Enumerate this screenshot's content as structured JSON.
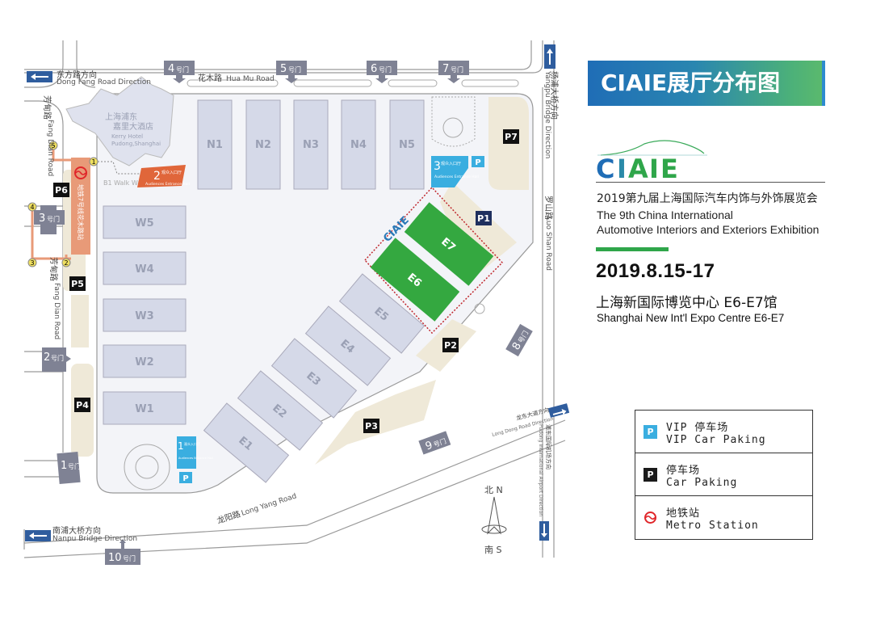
{
  "header": {
    "banner_title": "CIAIE展厅分布图",
    "logo_text": "CIAIE"
  },
  "exhibition": {
    "name_cn": "2019第九届上海国际汽车内饰与外饰展览会",
    "name_en_line1": "The 9th China International",
    "name_en_line2": "Automotive Interiors and Exteriors Exhibition",
    "date": "2019.8.15-17",
    "venue_cn": "上海新国际博览中心 E6-E7馆",
    "venue_en": "Shanghai New Int'l Expo Centre E6-E7"
  },
  "legend": {
    "items": [
      {
        "icon": "vip-parking-icon",
        "icon_text": "P",
        "color": "#3aaee0",
        "label_cn": "VIP 停车场",
        "label_en": "VIP Car Paking"
      },
      {
        "icon": "parking-icon",
        "icon_text": "P",
        "color": "#1a1a1a",
        "label_cn": "停车场",
        "label_en": "Car Paking"
      },
      {
        "icon": "metro-icon",
        "icon_text": "",
        "color": "#e04a3a",
        "label_cn": "地铁站",
        "label_en": "Metro Station"
      }
    ]
  },
  "map": {
    "directions": {
      "dong_fang_cn": "东方路方向",
      "dong_fang_en": "Dong Fang Road Direction",
      "nanpu_cn": "南浦大桥方向",
      "nanpu_en": "Nanpu Bridge Direction",
      "yangpu_cn": "杨浦大桥方向",
      "yangpu_en": "Yangpu Bridge Direction",
      "longdong_cn": "龙东大道方向",
      "longdong_en": "Long Dong Road Direction",
      "airport_cn": "浦东国际机场方向",
      "airport_en": "Pudong International Airport Direction"
    },
    "roads": {
      "huamu_cn": "花木路",
      "huamu_en": "Hua Mu Road",
      "fangdian_cn": "芳甸路",
      "fangdian_en": "Fang Dian Road",
      "luoshan_cn": "罗山路",
      "luoshan_en": "Luo Shan Road",
      "longyang_cn": "龙阳路",
      "longyang_en": "Long Yang Road"
    },
    "hotel": {
      "cn_line1": "上海浦东",
      "cn_line2": "嘉里大酒店",
      "en_line1": "Kerry Hotel",
      "en_line2": "Pudong,Shanghai"
    },
    "b1_walkway": "B1 Walk Way",
    "metro_station_label": "地铁7号线花木路站",
    "halls": {
      "north": [
        "N1",
        "N2",
        "N3",
        "N4",
        "N5"
      ],
      "west": [
        "W5",
        "W4",
        "W3",
        "W2",
        "W1"
      ],
      "east": [
        "E1",
        "E2",
        "E3",
        "E4",
        "E5"
      ],
      "highlighted": [
        "E6",
        "E7"
      ]
    },
    "gates": [
      {
        "num": "1",
        "suffix": "号门"
      },
      {
        "num": "2",
        "suffix": "号门"
      },
      {
        "num": "3",
        "suffix": "号门"
      },
      {
        "num": "4",
        "suffix": "号门"
      },
      {
        "num": "5",
        "suffix": "号门"
      },
      {
        "num": "6",
        "suffix": "号门"
      },
      {
        "num": "7",
        "suffix": "号门"
      },
      {
        "num": "8",
        "suffix": "号门"
      },
      {
        "num": "9",
        "suffix": "号门"
      },
      {
        "num": "10",
        "suffix": "号门"
      }
    ],
    "entrance_halls": [
      {
        "num": "1",
        "cn": "观众入口厅",
        "en": "Audiences Entrance Hall"
      },
      {
        "num": "2",
        "cn": "观众入口厅",
        "en": "Audiences Entrance Hall"
      },
      {
        "num": "3",
        "cn": "观众入口厅",
        "en": "Audiences Entrance Hall"
      }
    ],
    "parking": [
      "P1",
      "P2",
      "P3",
      "P4",
      "P5",
      "P6",
      "P7"
    ],
    "metro_exits": [
      "1",
      "2",
      "3",
      "4",
      "5"
    ],
    "compass": {
      "north": "北 N",
      "south": "南 S"
    },
    "colors": {
      "hall": "#d5d9e8",
      "highlight": "#34a840",
      "parking_area": "#efe9d8",
      "gate": "#7f8294",
      "entrance": "#3aaee0",
      "entrance2": "#e0663a",
      "metro": "#e89a78",
      "direction_arrow": "#2f5d9e"
    }
  }
}
